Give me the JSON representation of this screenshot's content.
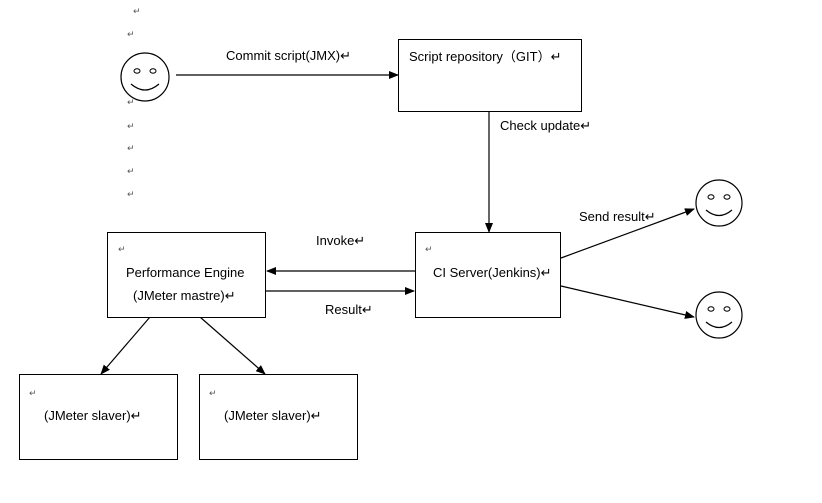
{
  "nodes": {
    "script_repo": "Script repository（GIT）↵",
    "ci_server": "CI Server(Jenkins)↵",
    "engine_line1": "Performance  Engine",
    "engine_line2": "(JMeter mastre)↵",
    "slave_1": "(JMeter slaver)↵",
    "slave_2": "(JMeter slaver)↵"
  },
  "edges": {
    "commit": "Commit script(JMX)↵",
    "check_update": "Check update↵",
    "invoke": "Invoke↵",
    "result": "Result↵",
    "send_result": "Send result↵"
  },
  "marks": {
    "paragraph": "↵"
  }
}
